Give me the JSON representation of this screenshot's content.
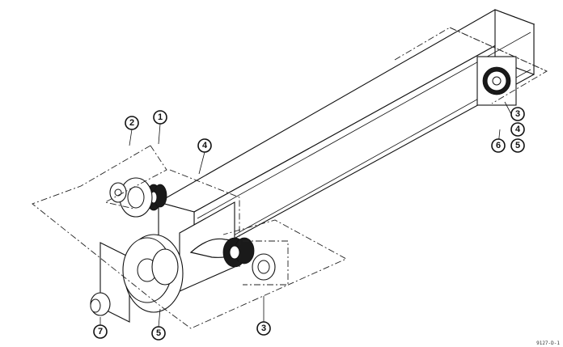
{
  "callouts": [
    {
      "label": "1"
    },
    {
      "label": "2"
    },
    {
      "label": "3"
    },
    {
      "label": "4"
    },
    {
      "label": "5"
    },
    {
      "label": "6"
    },
    {
      "label": "7"
    },
    {
      "label": "5"
    },
    {
      "label": "3"
    },
    {
      "label": "4"
    }
  ],
  "figure_id": "9127-D-1"
}
